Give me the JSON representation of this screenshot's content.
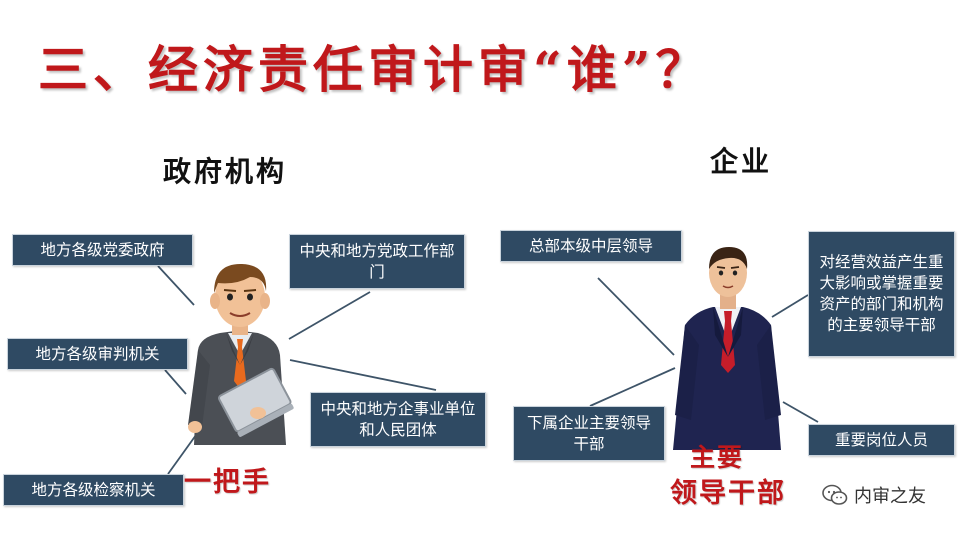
{
  "title": "三、经济责任审计审“谁”？",
  "government": {
    "heading": "政府机构",
    "role_label": "一把手",
    "boxes": [
      "地方各级党委政府",
      "地方各级审判机关",
      "地方各级检察机关",
      "中央和地方党政工作部门",
      "中央和地方企事业单位和人民团体"
    ]
  },
  "enterprise": {
    "heading": "企业",
    "role_label_line1": "主要",
    "role_label_line2": "领导干部",
    "boxes": [
      "总部本级中层领导",
      "下属企业主要领导干部",
      "对经营效益产生重大影响或掌握重要资产的部门和机构的主要领导干部",
      "重要岗位人员"
    ]
  },
  "watermark": "内审之友",
  "colors": {
    "title": "#c0181b",
    "box": "#2f4a63",
    "role_label": "#c0181b"
  }
}
